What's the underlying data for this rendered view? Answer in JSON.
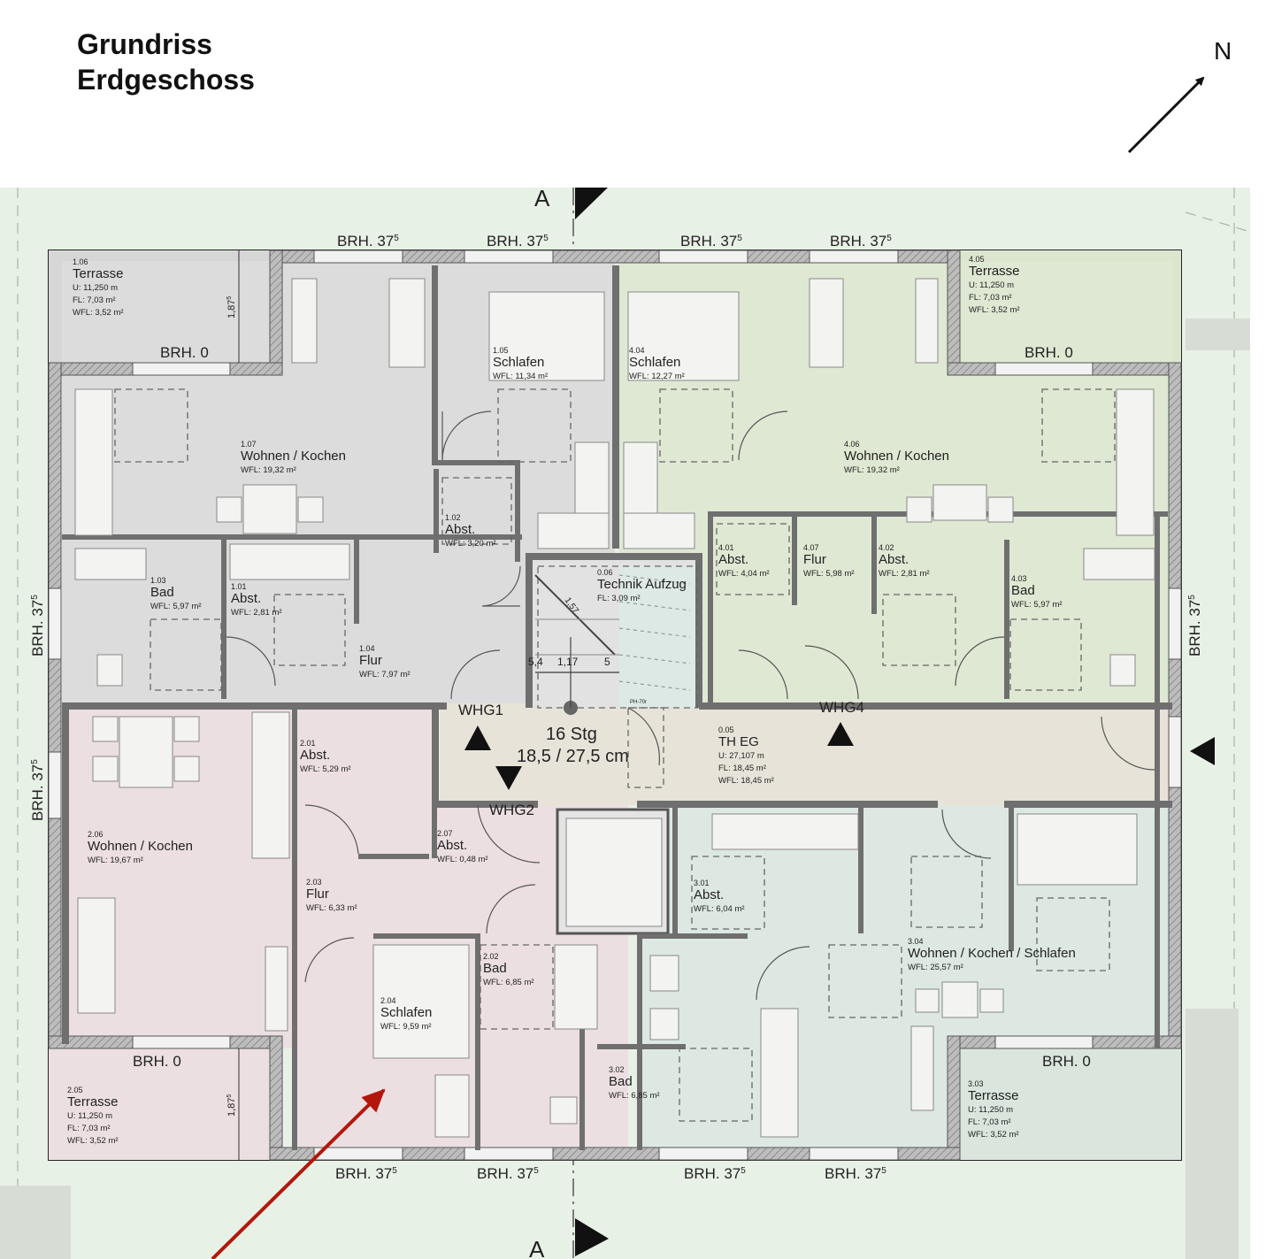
{
  "header": {
    "title_line1": "Grundriss",
    "title_line2": "Erdgeschoss",
    "north": "N"
  },
  "section_marker": "A",
  "parapets": {
    "brh_375": "BRH. 37",
    "brh_375_sup": "5",
    "brh_0": "BRH. 0",
    "dim_187": "1,87",
    "dim_187_sup": "5"
  },
  "stairs": {
    "steps": "16 Stg",
    "ratio": "18,5 / 27,5 cm",
    "dim_157": "1,57",
    "dim_117": "1,17",
    "dim_l": "5,4",
    "dim_r": "5",
    "ph_label": "PH-70r"
  },
  "units": {
    "whg1": "WHG1",
    "whg2": "WHG2",
    "whg4": "WHG4"
  },
  "rooms": [
    {
      "id": "r106",
      "num": "1.06",
      "name": "Terrasse",
      "lines": [
        "U: 11,250 m",
        "FL: 7,03 m²",
        "WFL: 3,52 m²"
      ]
    },
    {
      "id": "r105",
      "num": "1.05",
      "name": "Schlafen",
      "lines": [
        "WFL: 11,34 m²"
      ]
    },
    {
      "id": "r404",
      "num": "4.04",
      "name": "Schlafen",
      "lines": [
        "WFL: 12,27 m²"
      ]
    },
    {
      "id": "r405",
      "num": "4.05",
      "name": "Terrasse",
      "lines": [
        "U: 11,250 m",
        "FL: 7,03 m²",
        "WFL: 3,52 m²"
      ]
    },
    {
      "id": "r107",
      "num": "1.07",
      "name": "Wohnen / Kochen",
      "lines": [
        "WFL: 19,32 m²"
      ]
    },
    {
      "id": "r406",
      "num": "4.06",
      "name": "Wohnen / Kochen",
      "lines": [
        "WFL: 19,32 m²"
      ]
    },
    {
      "id": "r102",
      "num": "1.02",
      "name": "Abst.",
      "lines": [
        "WFL: 3,20 m²"
      ]
    },
    {
      "id": "r006",
      "num": "0.06",
      "name": "Technik Aufzug",
      "lines": [
        "FL: 3,09 m²"
      ]
    },
    {
      "id": "r401",
      "num": "4.01",
      "name": "Abst.",
      "lines": [
        "WFL: 4,04 m²"
      ]
    },
    {
      "id": "r407",
      "num": "4.07",
      "name": "Flur",
      "lines": [
        "WFL: 5,98 m²"
      ]
    },
    {
      "id": "r402",
      "num": "4.02",
      "name": "Abst.",
      "lines": [
        "WFL: 2,81 m²"
      ]
    },
    {
      "id": "r403",
      "num": "4.03",
      "name": "Bad",
      "lines": [
        "WFL: 5,97 m²"
      ]
    },
    {
      "id": "r103",
      "num": "1.03",
      "name": "Bad",
      "lines": [
        "WFL: 5,97 m²"
      ]
    },
    {
      "id": "r101",
      "num": "1.01",
      "name": "Abst.",
      "lines": [
        "WFL: 2,81 m²"
      ]
    },
    {
      "id": "r104",
      "num": "1.04",
      "name": "Flur",
      "lines": [
        "WFL: 7,97 m²"
      ]
    },
    {
      "id": "r201",
      "num": "2.01",
      "name": "Abst.",
      "lines": [
        "WFL: 5,29 m²"
      ]
    },
    {
      "id": "r005",
      "num": "0.05",
      "name": "TH EG",
      "lines": [
        "U: 27,107 m",
        "FL: 18,45 m²",
        "WFL: 18,45 m²"
      ]
    },
    {
      "id": "r206",
      "num": "2.06",
      "name": "Wohnen / Kochen",
      "lines": [
        "WFL: 19,67 m²"
      ]
    },
    {
      "id": "r207",
      "num": "2.07",
      "name": "Abst.",
      "lines": [
        "WFL: 0,48 m²"
      ]
    },
    {
      "id": "r203",
      "num": "2.03",
      "name": "Flur",
      "lines": [
        "WFL: 6,33 m²"
      ]
    },
    {
      "id": "r301",
      "num": "3.01",
      "name": "Abst.",
      "lines": [
        "WFL: 6,04 m²"
      ]
    },
    {
      "id": "r304",
      "num": "3.04",
      "name": "Wohnen / Kochen / Schlafen",
      "lines": [
        "WFL: 25,57 m²"
      ]
    },
    {
      "id": "r202",
      "num": "2.02",
      "name": "Bad",
      "lines": [
        "WFL: 6,85 m²"
      ]
    },
    {
      "id": "r204",
      "num": "2.04",
      "name": "Schlafen",
      "lines": [
        "WFL: 9,59 m²"
      ]
    },
    {
      "id": "r302",
      "num": "3.02",
      "name": "Bad",
      "lines": [
        "WFL: 6,85 m²"
      ]
    },
    {
      "id": "r205",
      "num": "2.05",
      "name": "Terrasse",
      "lines": [
        "U: 11,250 m",
        "FL: 7,03 m²",
        "WFL: 3,52 m²"
      ]
    },
    {
      "id": "r303",
      "num": "3.03",
      "name": "Terrasse",
      "lines": [
        "U: 11,250 m",
        "FL: 7,03 m²",
        "WFL: 3,52 m²"
      ]
    }
  ],
  "colors": {
    "site": "#e8f1e6",
    "whg1": "#dcdcdc",
    "whg4": "#dfe8d3",
    "whg2": "#ecdfe1",
    "whg3": "#dde8e2",
    "corridor": "#e7e3d9",
    "annotation_arrow": "#b3170c"
  }
}
